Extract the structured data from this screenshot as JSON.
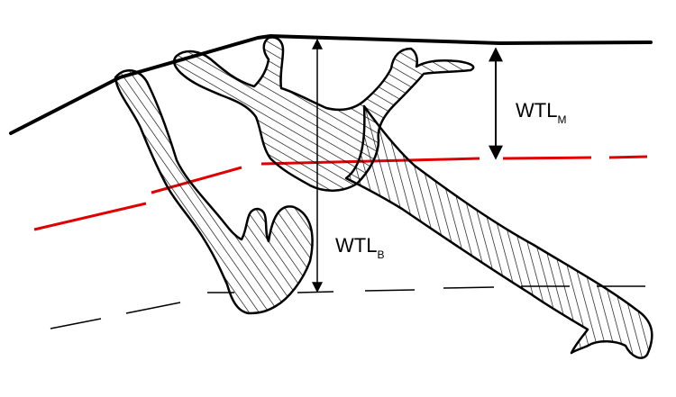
{
  "labels": {
    "wtl_m": {
      "main": "WTL",
      "sub": "M"
    },
    "wtl_b": {
      "main": "WTL",
      "sub": "B"
    }
  },
  "colors": {
    "ink": "#000000",
    "water_table": "#e00000",
    "background": "#ffffff"
  }
}
